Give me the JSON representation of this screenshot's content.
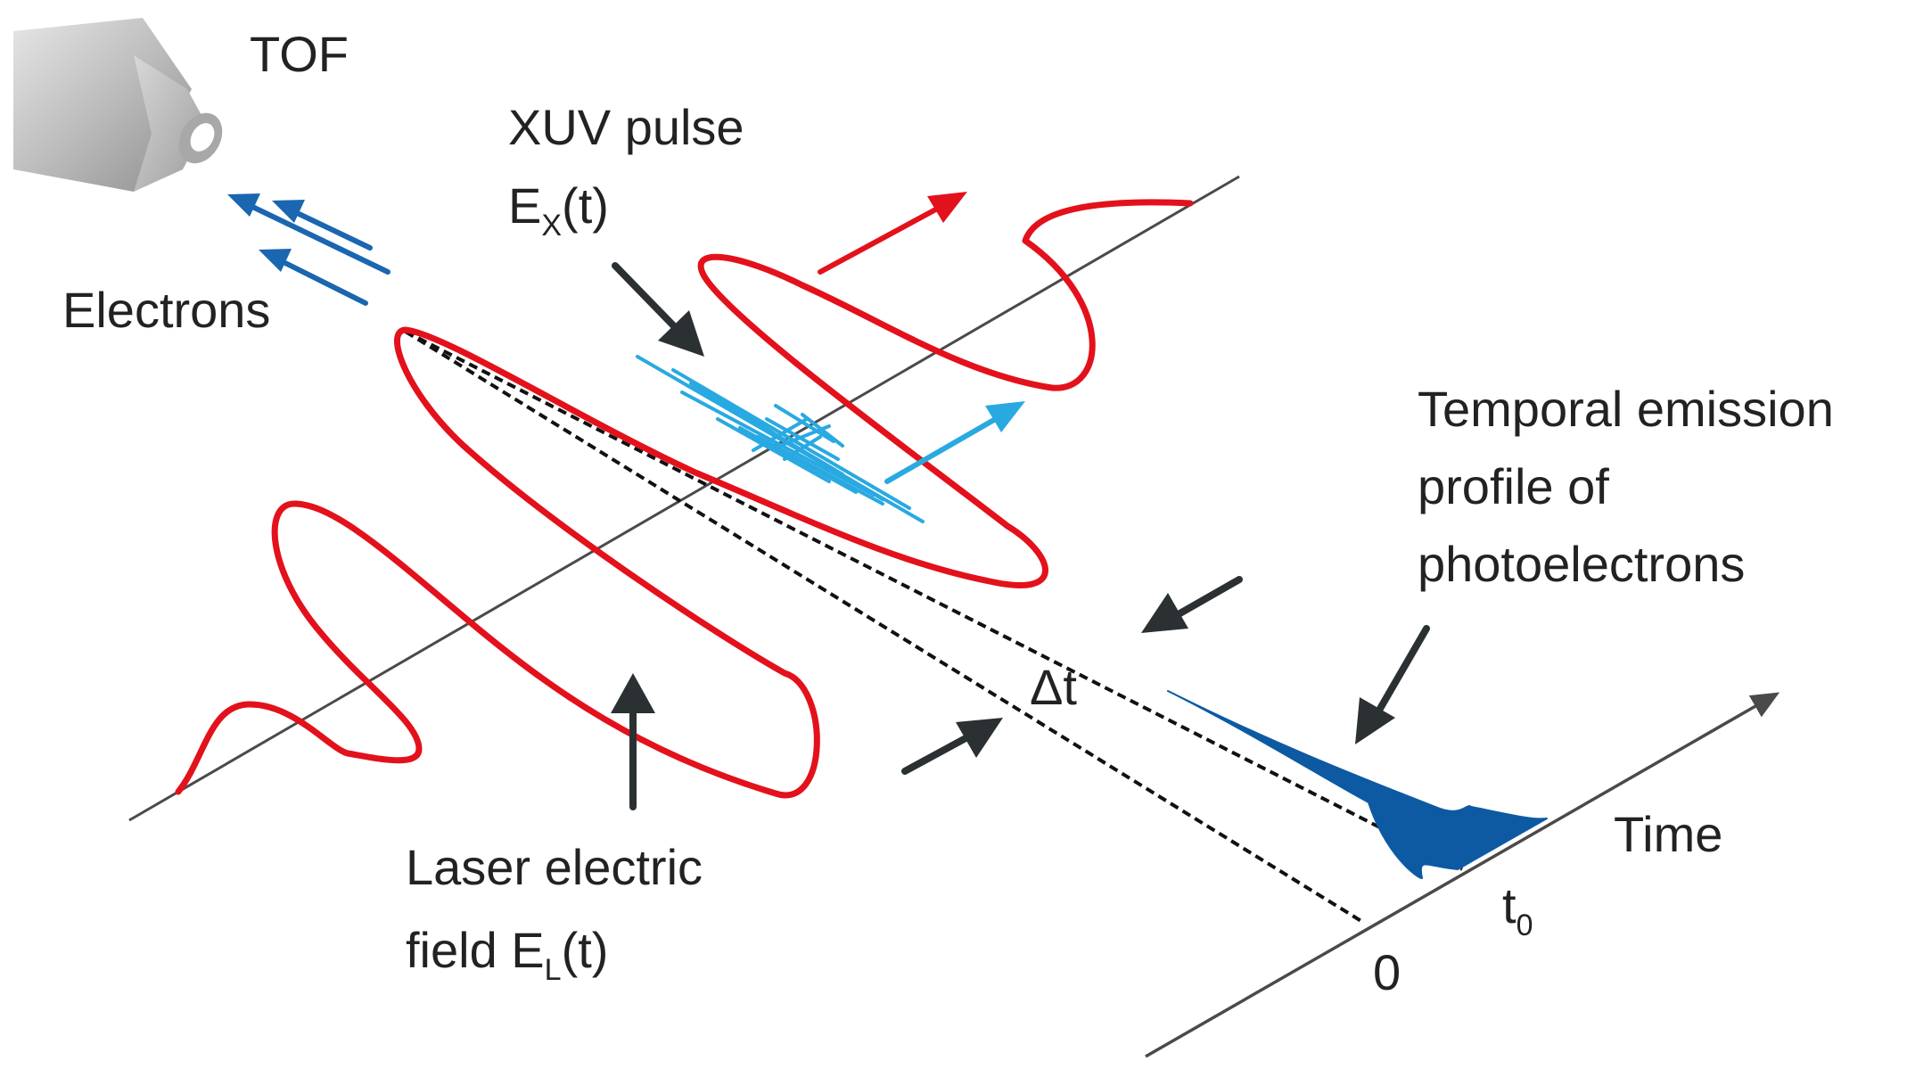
{
  "labels": {
    "tof": "TOF",
    "electrons": "Electrons",
    "xuv_line1": "XUV pulse",
    "xuv_E": "E",
    "xuv_sub": "X",
    "xuv_t": "(t)",
    "temporal_line1": "Temporal emission",
    "temporal_line2": "profile of",
    "temporal_line3": "photoelectrons",
    "delta_t": "Δt",
    "laser_line1": "Laser electric",
    "laser_field": "field E",
    "laser_sub": "L",
    "laser_t": "(t)",
    "time_axis": "Time",
    "t0_t": "t",
    "t0_sub": "0",
    "zero": "0"
  },
  "colors": {
    "laser_field": "#e3111b",
    "xuv_pulse": "#29a9e1",
    "electron_arrows": "#1a66b0",
    "emission_profile": "#0d5aa3",
    "axis_line": "#4a4a4a",
    "pointer_arrows": "#2b3033",
    "dashed_lines": "#111111",
    "detector": "#bdbdbd"
  },
  "icons": {
    "detector": "tof-detector-icon"
  }
}
